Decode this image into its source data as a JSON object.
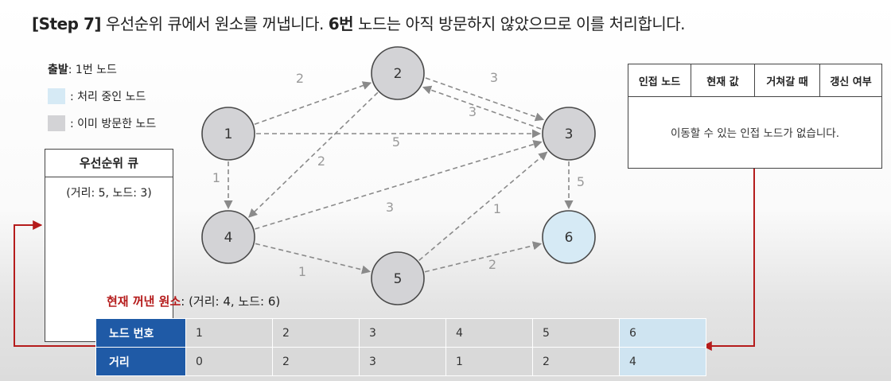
{
  "title": {
    "prefix": "[Step 7]",
    "part1": " 우선순위 큐에서 원소를 꺼냅니다. ",
    "bold_node": "6번",
    "part2": " 노드는 아직 방문하지 않았으므로 이를 처리합니다."
  },
  "legend": {
    "start_bold": "출발",
    "start_rest": ": 1번 노드",
    "processing": ": 처리 중인 노드",
    "visited": ": 이미 방문한 노드",
    "processing_color": "#d6eaf5",
    "visited_color": "#d3d3d6"
  },
  "priority_queue": {
    "title": "우선순위 큐",
    "items": [
      "(거리: 5, 노드: 3)"
    ]
  },
  "adjacency_table": {
    "headers": [
      "인접 노드",
      "현재 값",
      "거쳐갈 때",
      "갱신 여부"
    ],
    "empty_message": "이동할 수 있는 인접 노드가 없습니다."
  },
  "current_element": {
    "label": "현재 꺼낸 원소",
    "value": ": (거리: 4, 노드: 6)"
  },
  "distance_table": {
    "row1_label": "노드 번호",
    "row2_label": "거리",
    "nodes": [
      "1",
      "2",
      "3",
      "4",
      "5",
      "6"
    ],
    "distances": [
      "0",
      "2",
      "3",
      "1",
      "2",
      "4"
    ],
    "highlight_index": 5
  },
  "graph": {
    "nodes": [
      {
        "id": "1",
        "state": "visited"
      },
      {
        "id": "2",
        "state": "visited"
      },
      {
        "id": "3",
        "state": "visited"
      },
      {
        "id": "4",
        "state": "visited"
      },
      {
        "id": "5",
        "state": "visited"
      },
      {
        "id": "6",
        "state": "processing"
      }
    ],
    "edges": [
      {
        "from": "1",
        "to": "2",
        "weight": "2"
      },
      {
        "from": "1",
        "to": "3",
        "weight": "5"
      },
      {
        "from": "1",
        "to": "4",
        "weight": "1"
      },
      {
        "from": "2",
        "to": "3",
        "weight": "3"
      },
      {
        "from": "3",
        "to": "2",
        "weight": "3"
      },
      {
        "from": "2",
        "to": "4",
        "weight": "2"
      },
      {
        "from": "4",
        "to": "3",
        "weight": "3"
      },
      {
        "from": "4",
        "to": "5",
        "weight": "1"
      },
      {
        "from": "5",
        "to": "3",
        "weight": "1"
      },
      {
        "from": "5",
        "to": "6",
        "weight": "2"
      },
      {
        "from": "3",
        "to": "6",
        "weight": "5"
      }
    ]
  }
}
